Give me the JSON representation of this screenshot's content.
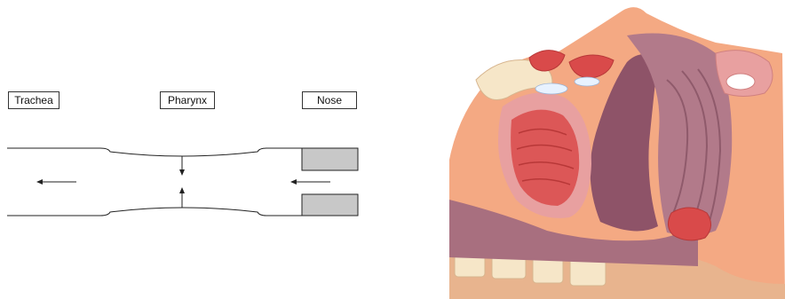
{
  "labels": {
    "trachea": "Trachea",
    "pharynx": "Pharynx",
    "nose": "Nose"
  },
  "colors": {
    "line": "#222222",
    "nose_block": "#c8c8c8",
    "skin": "#f4a983",
    "tissue_pink": "#e8a0a0",
    "airway_mauve": "#a86f7f",
    "bone": "#f6e6c8",
    "muscle_red": "#d94a4a"
  },
  "icons": {
    "flow_arrow": "arrow-left-icon",
    "collapse_arrow": "arrow-vertical-icon"
  }
}
